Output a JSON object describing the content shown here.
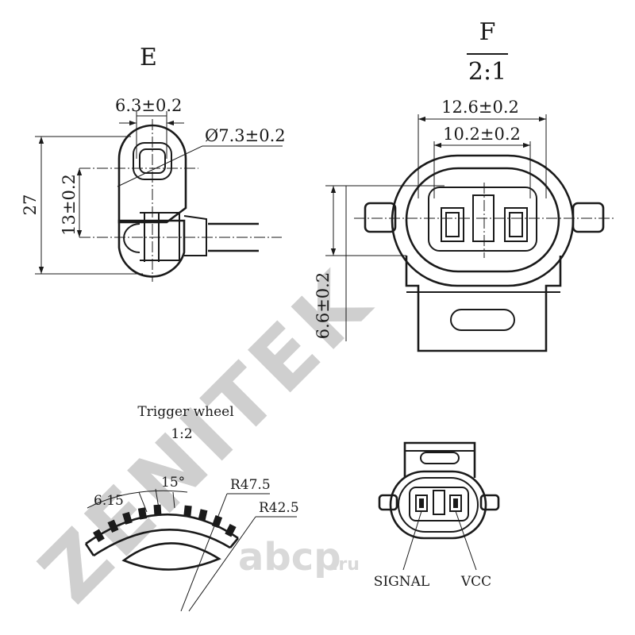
{
  "watermark": {
    "brand": "ZENITEK"
  },
  "logo": {
    "text": "abcp",
    "suffix": ".ru"
  },
  "view_e": {
    "title": "E",
    "dim_width": "6.3±0.2",
    "dim_hole": "Ø7.3±0.2",
    "dim_height": "27",
    "dim_pitch": "13±0.2"
  },
  "view_f": {
    "title": "F",
    "scale": "2:1",
    "dim_outer": "12.6±0.2",
    "dim_inner": "10.2±0.2",
    "dim_height": "6.6±0.2"
  },
  "trigger_wheel": {
    "title": "Trigger wheel",
    "scale": "1:2",
    "dim_tooth": "6.15",
    "dim_angle": "15°",
    "dim_outer_radius": "R47.5",
    "dim_inner_radius": "R42.5"
  },
  "pinout": {
    "signal_label": "SIGNAL",
    "vcc_label": "VCC"
  }
}
